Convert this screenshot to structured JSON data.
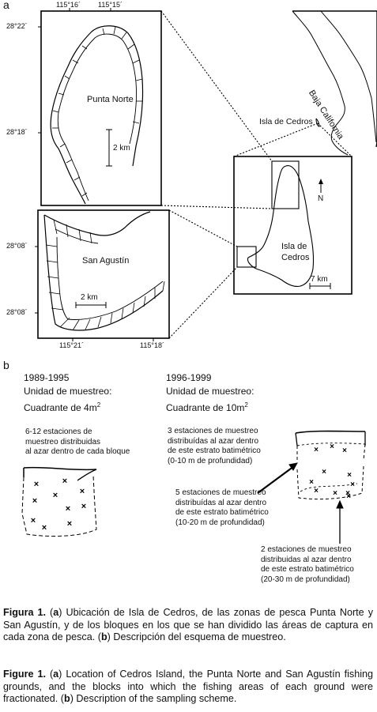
{
  "panel_a": {
    "letter": "a",
    "top_map": {
      "lon_ticks": [
        "115°16´",
        "115°15´"
      ],
      "lat_ticks": [
        "28°22´",
        "28°18´"
      ],
      "name": "Punta Norte",
      "scale": "2 km"
    },
    "bottom_map": {
      "lon_ticks": [
        "115°21´",
        "115°18´"
      ],
      "lat_ticks": [
        "28°08´",
        "28°08´"
      ],
      "name": "San Agustín",
      "scale": "2 km"
    },
    "island_map": {
      "name_line1": "Isla de",
      "name_line2": "Cedros",
      "north": "N",
      "scale": "7 km"
    },
    "region_map": {
      "island_label": "Isla de Cedros",
      "peninsula_label": "Baja California"
    }
  },
  "panel_b": {
    "letter": "b",
    "left": {
      "period": "1989-1995",
      "unit_line1": "Unidad de muestreo:",
      "unit_line2": "Cuadrante de 4m",
      "unit_sup": "2",
      "note1": "6-12 estaciones de",
      "note2": "muestreo distribuidas",
      "note3": "al azar dentro de cada bloque"
    },
    "right": {
      "period": "1996-1999",
      "unit_line1": "Unidad de muestreo:",
      "unit_line2": "Cuadrante de 10m",
      "unit_sup": "2",
      "s1_l1": "3 estaciones de muestreo",
      "s1_l2": "distribuídas al azar dentro",
      "s1_l3": "de este estrato batimétrico",
      "s1_l4": "(0-10 m de profundidad)",
      "s2_l1": "5 estaciones de muestreo",
      "s2_l2": "distribuídas al azar dentro",
      "s2_l3": "de este estrato batimétrico",
      "s2_l4": "(10-20 m de profundidad)",
      "s3_l1": "2 estaciones de muestreo",
      "s3_l2": "distribuidas al azar dentro",
      "s3_l3": "de este estrato batimétrico",
      "s3_l4": "(20-30 m de profundidad)"
    }
  },
  "caption": {
    "es_label": "Figura 1.",
    "es_a": "a",
    "es_text1": "Ubicación de Isla de Cedros, de las zonas de pesca Punta Norte y San Agustín, y de los bloques en los que se han dividido las áreas de captura en cada zona de pesca.",
    "es_b": "b",
    "es_text2": "Descripción del esquema de muestreo.",
    "en_label": "Figure 1.",
    "en_a": "a",
    "en_text1": "Location of Cedros Island, the Punta Norte and San Agustín fishing grounds, and the blocks into which the fishing areas of each ground were fractionated.",
    "en_b": "b",
    "en_text2": "Description of the sampling scheme."
  }
}
